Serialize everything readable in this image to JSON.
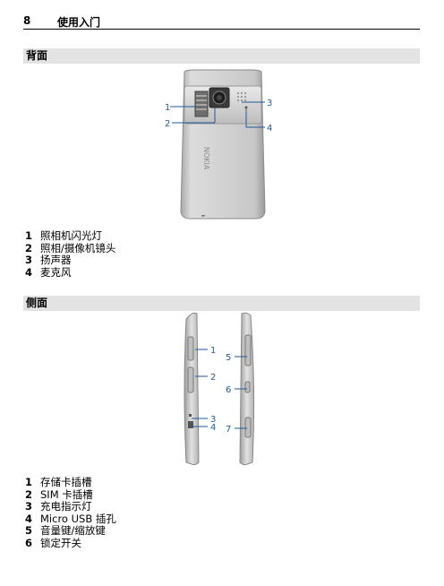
{
  "header": {
    "page_number": "8",
    "title": "使用入门"
  },
  "back_section": {
    "heading": "背面",
    "callouts": [
      "1",
      "2",
      "3",
      "4"
    ],
    "brand_text": "NOKIA",
    "items": [
      {
        "num": "1",
        "label": "照相机闪光灯"
      },
      {
        "num": "2",
        "label": "照相/摄像机镜头"
      },
      {
        "num": "3",
        "label": "扬声器"
      },
      {
        "num": "4",
        "label": "麦克风"
      }
    ]
  },
  "side_section": {
    "heading": "侧面",
    "callouts_left": [
      "1",
      "2",
      "3",
      "4"
    ],
    "callouts_right": [
      "5",
      "6",
      "7"
    ],
    "items": [
      {
        "num": "1",
        "label": "存储卡插槽"
      },
      {
        "num": "2",
        "label": "SIM 卡插槽"
      },
      {
        "num": "3",
        "label": "充电指示灯"
      },
      {
        "num": "4",
        "label": "Micro USB 插孔"
      },
      {
        "num": "5",
        "label": "音量键/缩放键"
      },
      {
        "num": "6",
        "label": "锁定开关"
      }
    ]
  },
  "colors": {
    "callout": "#1f5b96",
    "section_bg": "#e3e3e3"
  }
}
